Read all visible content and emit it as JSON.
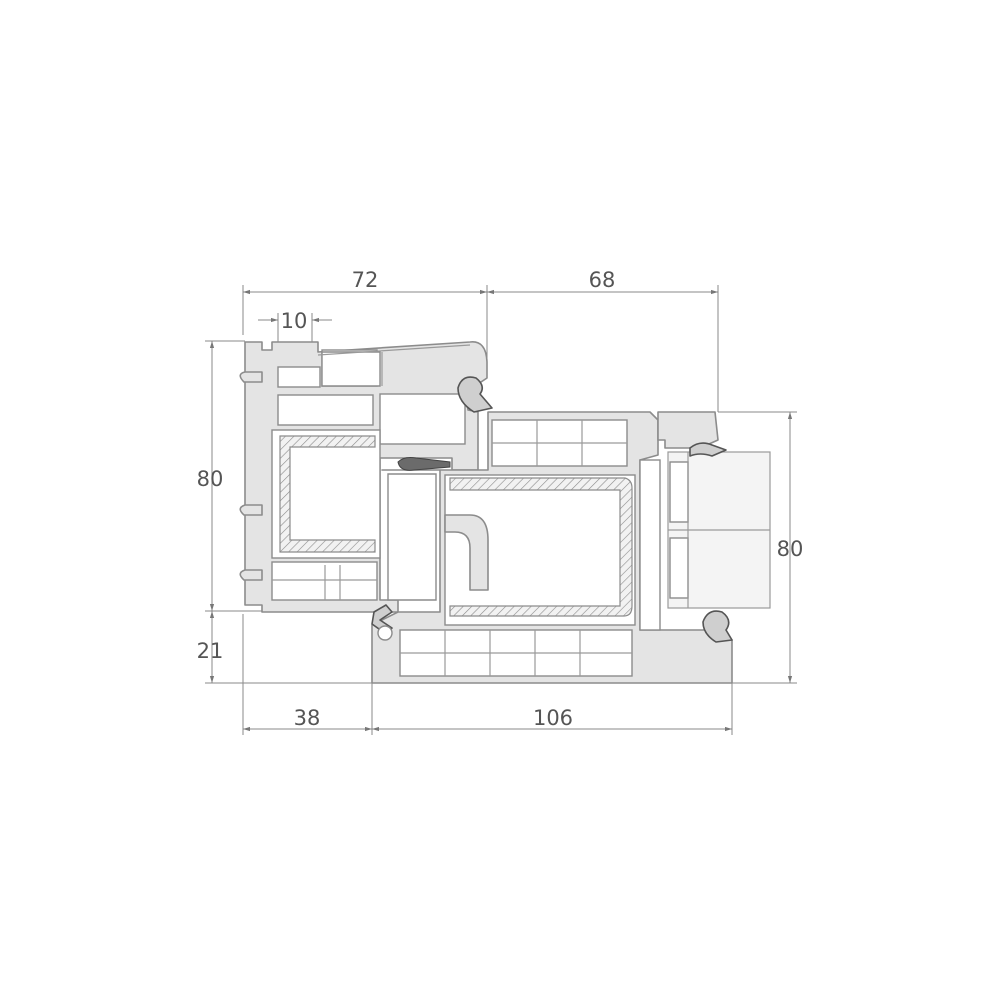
{
  "dimensions": {
    "top_left_width": "72",
    "top_right_width": "68",
    "small_gap": "10",
    "left_height": "80",
    "left_lower_height": "21",
    "right_height": "80",
    "bottom_left_width": "38",
    "bottom_right_width": "106"
  },
  "colors": {
    "profile_fill": "#e4e4e4",
    "profile_stroke": "#8c8c8c",
    "dimension_text": "#555555",
    "gasket_dark": "#6b6b6b"
  }
}
